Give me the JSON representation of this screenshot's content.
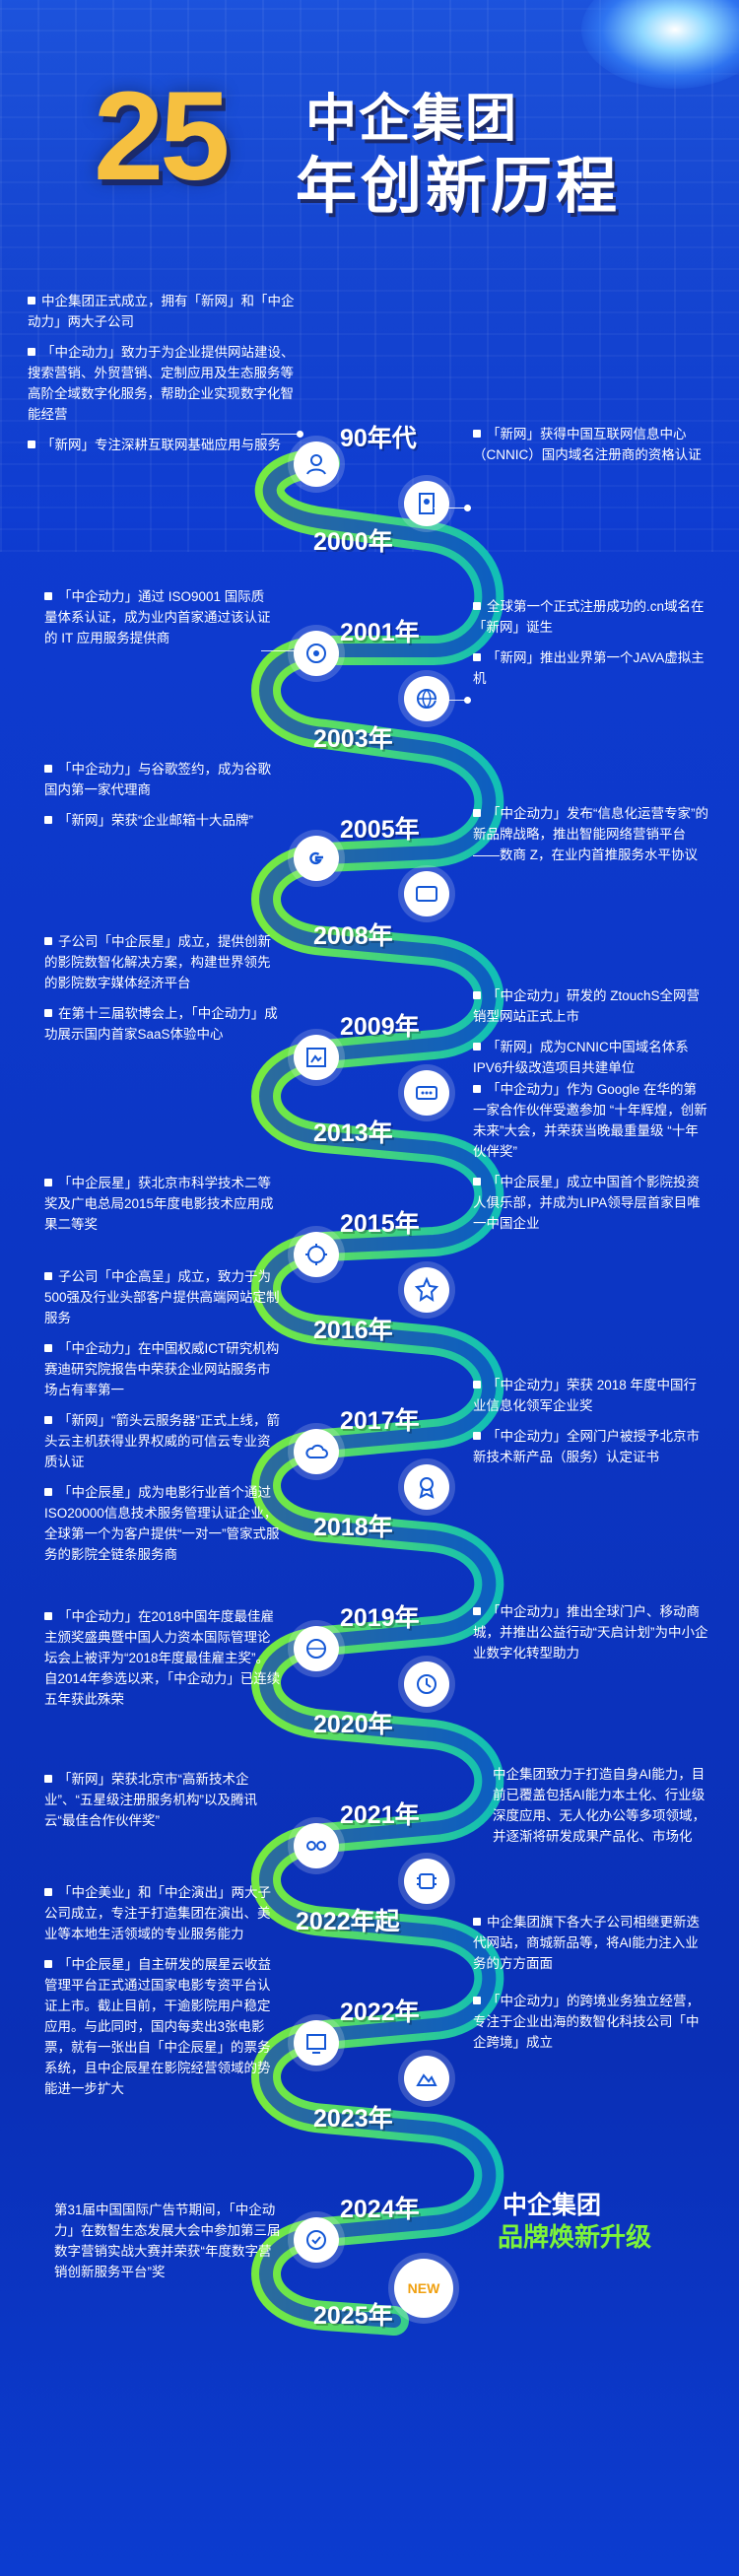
{
  "hero": {
    "number": "25",
    "line1": "中企集团",
    "line2": "年创新历程"
  },
  "years": [
    {
      "id": "y90",
      "label": "90年代"
    },
    {
      "id": "y2000",
      "label": "2000年"
    },
    {
      "id": "y2001",
      "label": "2001年"
    },
    {
      "id": "y2003",
      "label": "2003年"
    },
    {
      "id": "y2005",
      "label": "2005年"
    },
    {
      "id": "y2008",
      "label": "2008年"
    },
    {
      "id": "y2009",
      "label": "2009年"
    },
    {
      "id": "y2013",
      "label": "2013年"
    },
    {
      "id": "y2015",
      "label": "2015年"
    },
    {
      "id": "y2016",
      "label": "2016年"
    },
    {
      "id": "y2017",
      "label": "2017年"
    },
    {
      "id": "y2018",
      "label": "2018年"
    },
    {
      "id": "y2019",
      "label": "2019年"
    },
    {
      "id": "y2020",
      "label": "2020年"
    },
    {
      "id": "y2021",
      "label": "2021年"
    },
    {
      "id": "y2022a",
      "label": "2022年起"
    },
    {
      "id": "y2022b",
      "label": "2022年"
    },
    {
      "id": "y2023",
      "label": "2023年"
    },
    {
      "id": "y2024",
      "label": "2024年"
    },
    {
      "id": "y2025",
      "label": "2025年"
    }
  ],
  "entries": {
    "e1": [
      "中企集团正式成立，拥有「新网」和「中企动力」两大子公司",
      "「中企动力」致力于为企业提供网站建设、搜索营销、外贸营销、定制应用及生态服务等高阶全域数字化服务，帮助企业实现数字化智能经营",
      "「新网」专注深耕互联网基础应用与服务"
    ],
    "e2": [
      "「新网」获得中国互联网信息中心（CNNIC）国内域名注册商的资格认证"
    ],
    "e3": [
      "「中企动力」通过 ISO9001 国际质量体系认证，成为业内首家通过该认证的 IT 应用服务提供商"
    ],
    "e4": [
      "全球第一个正式注册成功的.cn域名在「新网」诞生",
      "「新网」推出业界第一个JAVA虚拟主机"
    ],
    "e5": [
      "「中企动力」与谷歌签约，成为谷歌国内第一家代理商",
      "「新网」荣获“企业邮箱十大品牌”"
    ],
    "e6": [
      "「中企动力」发布“信息化运营专家”的新品牌战略，推出智能网络营销平台——数商 Z，在业内首推服务水平协议"
    ],
    "e7": [
      "子公司「中企辰星」成立，提供创新的影院数智化解决方案，构建世界领先的影院数字媒体经济平台",
      "在第十三届软博会上，「中企动力」成功展示国内首家SaaS体验中心"
    ],
    "e8": [
      "「中企动力」研发的 ZtouchS全网营销型网站正式上市",
      "「新网」成为CNNIC中国域名体系IPV6升级改造项目共建单位"
    ],
    "e9": [
      "「中企动力」作为 Google 在华的第一家合作伙伴受邀参加 “十年辉煌，创新未来”大会，并荣获当晚最重量级 “十年伙伴奖”",
      "「中企辰星」成立中国首个影院投资人俱乐部，并成为LIPA领导层首家目唯一中国企业"
    ],
    "e10": [
      "「中企辰星」获北京市科学技术二等奖及广电总局2015年度电影技术应用成果二等奖"
    ],
    "e11": [
      "子公司「中企高呈」成立，致力于为500强及行业头部客户提供高端网站定制服务",
      "「中企动力」在中国权威ICT研究机构赛迪研究院报告中荣获企业网站服务市场占有率第一",
      "「新网」“箭头云服务器”正式上线，箭头云主机获得业界权威的可信云专业资质认证",
      "「中企辰星」成为电影行业首个通过ISO20000信息技术服务管理认证企业，全球第一个为客户提供“一对一”管家式服务的影院全链条服务商"
    ],
    "e12": [
      "「中企动力」荣获 2018 年度中国行业信息化领军企业奖",
      "「中企动力」全网门户被授予北京市新技术新产品（服务）认定证书"
    ],
    "e13": [
      "「中企动力」在2018中国年度最佳雇主颁奖盛典暨中国人力资本国际管理论坛会上被评为“2018年度最佳雇主奖”。自2014年参选以来，「中企动力」已连续五年获此殊荣"
    ],
    "e14": [
      "「中企动力」推出全球门户、移动商城，并推出公益行动“天启计划”为中小企业数字化转型助力"
    ],
    "e15": [
      "「新网」荣获北京市“高新技术企业”、“五星级注册服务机构”以及腾讯云“最佳合作伙伴奖”"
    ],
    "e16": [
      "中企集团致力于打造自身AI能力，目前已覆盖包括AI能力本土化、行业级深度应用、无人化办公等多项领域，并逐渐将研发成果产品化、市场化"
    ],
    "e17": [
      "「中企美业」和「中企演出」两大子公司成立，专注于打造集团在演出、美业等本地生活领域的专业服务能力",
      "「中企辰星」自主研发的展星云收益管理平台正式通过国家电影专资平台认证上市。截止目前，干逾影院用户稳定应用。与此同时，国内每卖出3张电影票，就有一张出自「中企辰星」的票务系统，且中企辰星在影院经营领域的势能进一步扩大"
    ],
    "e18": [
      "中企集团旗下各大子公司相继更新迭代网站，商城新品等，将AI能力注入业务的方方面面"
    ],
    "e19": [
      "「中企动力」的跨境业务独立经营，专注于企业出海的数智化科技公司「中企跨境」成立"
    ],
    "e20": [
      "第31届中国国际广告节期间，「中企动力」在数智生态发展大会中参加第三届数字营销实战大赛并荣获“年度数字营销创新服务平台”奖"
    ]
  },
  "brand": {
    "line1": "中企集团",
    "line2": "品牌焕新升级",
    "new_badge": "NEW"
  },
  "colors": {
    "path_green": "#7cf33a",
    "path_teal": "#13c6b4",
    "background": "#0c36c4",
    "hero_gold": "#f6c040"
  }
}
